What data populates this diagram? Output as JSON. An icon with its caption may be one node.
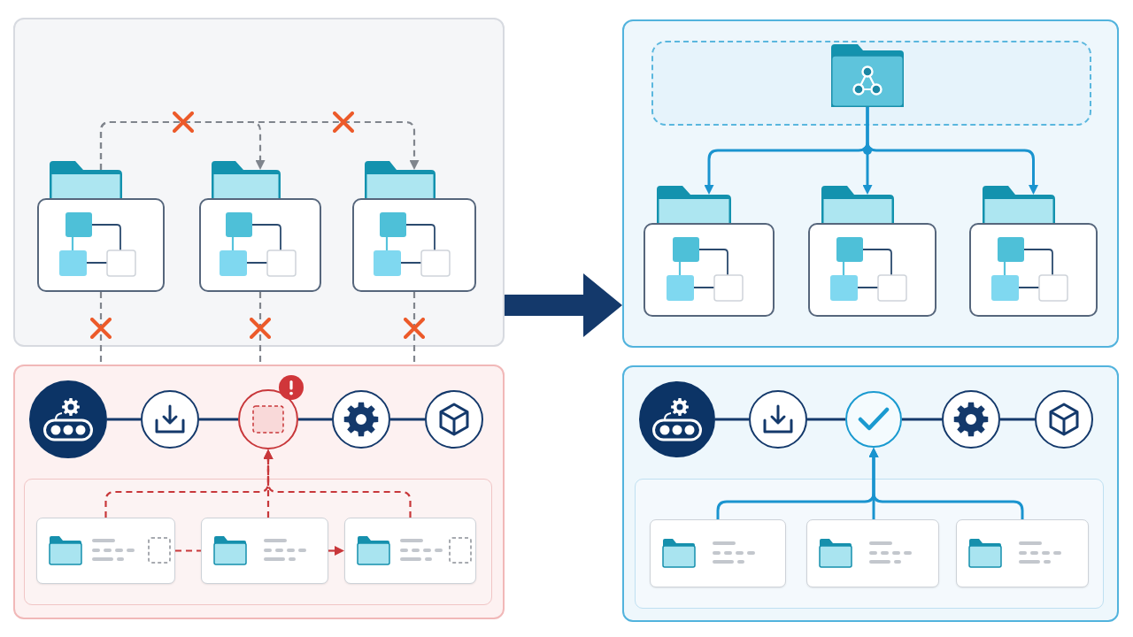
{
  "diagram": {
    "nodes": [
      {
        "text": [],
        "shape": "box"
      },
      {
        "text": [],
        "shape": "folder",
        "in": 0
      },
      {
        "text": [],
        "shape": "folder",
        "in": 0
      },
      {
        "text": [],
        "shape": "folder",
        "in": 0
      },
      {
        "text": [],
        "shape": "box"
      },
      {
        "text": [],
        "shape": "circle",
        "in": 4
      },
      {
        "text": [],
        "shape": "circle",
        "in": 4
      },
      {
        "text": [],
        "shape": "circle",
        "in": 4
      },
      {
        "text": [],
        "shape": "circle",
        "in": 4
      },
      {
        "text": [],
        "shape": "circle",
        "in": 4
      },
      {
        "text": [],
        "shape": "box",
        "in": 4
      },
      {
        "text": [],
        "shape": "box",
        "in": 10
      },
      {
        "text": [],
        "shape": "box",
        "in": 10
      },
      {
        "text": [],
        "shape": "box",
        "in": 10
      },
      {
        "text": [],
        "shape": "box"
      },
      {
        "text": [],
        "shape": "box",
        "in": 14
      },
      {
        "text": [],
        "shape": "folder",
        "in": 15
      },
      {
        "text": [],
        "shape": "folder",
        "in": 14
      },
      {
        "text": [],
        "shape": "folder",
        "in": 14
      },
      {
        "text": [],
        "shape": "folder",
        "in": 14
      },
      {
        "text": [],
        "shape": "box"
      },
      {
        "text": [],
        "shape": "circle",
        "in": 20
      },
      {
        "text": [],
        "shape": "circle",
        "in": 20
      },
      {
        "text": [],
        "shape": "circle",
        "in": 20
      },
      {
        "text": [],
        "shape": "circle",
        "in": 20
      },
      {
        "text": [],
        "shape": "circle",
        "in": 20
      },
      {
        "text": [],
        "shape": "box",
        "in": 20
      },
      {
        "text": [],
        "shape": "box",
        "in": 26
      },
      {
        "text": [],
        "shape": "box",
        "in": 26
      },
      {
        "text": [],
        "shape": "box",
        "in": 26
      }
    ],
    "edges": [
      {
        "from": 1,
        "to": 2,
        "arrow": "to",
        "style": "dashed",
        "color": "#80858d"
      },
      {
        "from": 1,
        "to": 3,
        "arrow": "to",
        "style": "dashed",
        "color": "#80858d"
      },
      {
        "from": 1,
        "to": 4,
        "arrow": "none",
        "style": "dashed",
        "color": "#80858d"
      },
      {
        "from": 2,
        "to": 4,
        "arrow": "none",
        "style": "dashed",
        "color": "#80858d"
      },
      {
        "from": 3,
        "to": 4,
        "arrow": "none",
        "style": "dashed",
        "color": "#80858d"
      },
      {
        "from": 5,
        "to": 6,
        "arrow": "none"
      },
      {
        "from": 6,
        "to": 7,
        "arrow": "none"
      },
      {
        "from": 7,
        "to": 8,
        "arrow": "none"
      },
      {
        "from": 8,
        "to": 9,
        "arrow": "none"
      },
      {
        "from": 11,
        "to": 7,
        "arrow": "to",
        "style": "dashed",
        "color": "#c8373a"
      },
      {
        "from": 12,
        "to": 7,
        "arrow": "to",
        "style": "dashed",
        "color": "#c8373a"
      },
      {
        "from": 13,
        "to": 7,
        "arrow": "to",
        "style": "dashed",
        "color": "#c8373a"
      },
      {
        "from": 11,
        "to": 12,
        "arrow": "none",
        "style": "dashed",
        "color": "#c8373a"
      },
      {
        "from": 12,
        "to": 13,
        "arrow": "to",
        "style": "dashed",
        "color": "#c8373a"
      },
      {
        "from": 0,
        "to": 14,
        "arrow": "to",
        "style": "thick"
      },
      {
        "from": 16,
        "to": 17,
        "arrow": "to",
        "color": "#1a94cf"
      },
      {
        "from": 16,
        "to": 18,
        "arrow": "to",
        "color": "#1a94cf"
      },
      {
        "from": 16,
        "to": 19,
        "arrow": "to",
        "color": "#1a94cf"
      },
      {
        "from": 21,
        "to": 22,
        "arrow": "none"
      },
      {
        "from": 22,
        "to": 23,
        "arrow": "none"
      },
      {
        "from": 23,
        "to": 24,
        "arrow": "none"
      },
      {
        "from": 24,
        "to": 25,
        "arrow": "none"
      },
      {
        "from": 27,
        "to": 23,
        "arrow": "to",
        "color": "#1a94cf"
      },
      {
        "from": 28,
        "to": 23,
        "arrow": "to",
        "color": "#1a94cf"
      },
      {
        "from": 29,
        "to": 23,
        "arrow": "to",
        "color": "#1a94cf"
      }
    ]
  }
}
